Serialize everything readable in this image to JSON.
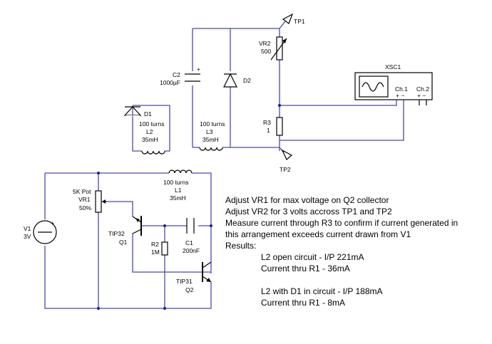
{
  "components": {
    "tp1": {
      "name": "TP1"
    },
    "tp2": {
      "name": "TP2"
    },
    "vr2": {
      "name": "VR2",
      "value": "500"
    },
    "c2": {
      "name": "C2",
      "value": "1000µF",
      "polarity": "+"
    },
    "d2": {
      "name": "D2"
    },
    "d1": {
      "name": "D1",
      "turns": "100 turns"
    },
    "l2": {
      "name": "L2",
      "value": "35mH"
    },
    "l3": {
      "turns": "100 turns",
      "name": "L3",
      "value": "35mH"
    },
    "r3": {
      "name": "R3",
      "value": "1"
    },
    "xsc1": {
      "name": "XSC1",
      "ch1": "Ch.1",
      "ch2": "Ch.2",
      "ch1_pm": "+ −",
      "ch2_pm": "+ −"
    },
    "l1": {
      "turns": "100 turns",
      "name": "L1",
      "value": "35mH"
    },
    "vr1": {
      "label": "5K Pot",
      "name": "VR1",
      "value": "50%"
    },
    "v1": {
      "name": "V1",
      "value": "3V",
      "polarity": "+"
    },
    "q1": {
      "type": "TIP32",
      "name": "Q1"
    },
    "r2": {
      "name": "R2",
      "value": "1M"
    },
    "c1": {
      "name": "C1",
      "value": "200nF"
    },
    "q2": {
      "type": "TIP31",
      "name": "Q2"
    }
  },
  "notes": {
    "line1": "Adjust VR1 for max voltage on Q2 collector",
    "line2": "Adjust VR2 for 3 volts accross TP1 and TP2",
    "line3": "Measure current through R3 to confirm if current generated in",
    "line4": "this arrangement exceeds current drawn from V1",
    "line5": "Results:",
    "result1": "L2 open circuit - I/P 221mA",
    "result2": "Current thru R1 - 36mA",
    "result3": "L2 with D1 in circuit - I/P 188mA",
    "result4": "Current thru R1 - 8mA"
  }
}
